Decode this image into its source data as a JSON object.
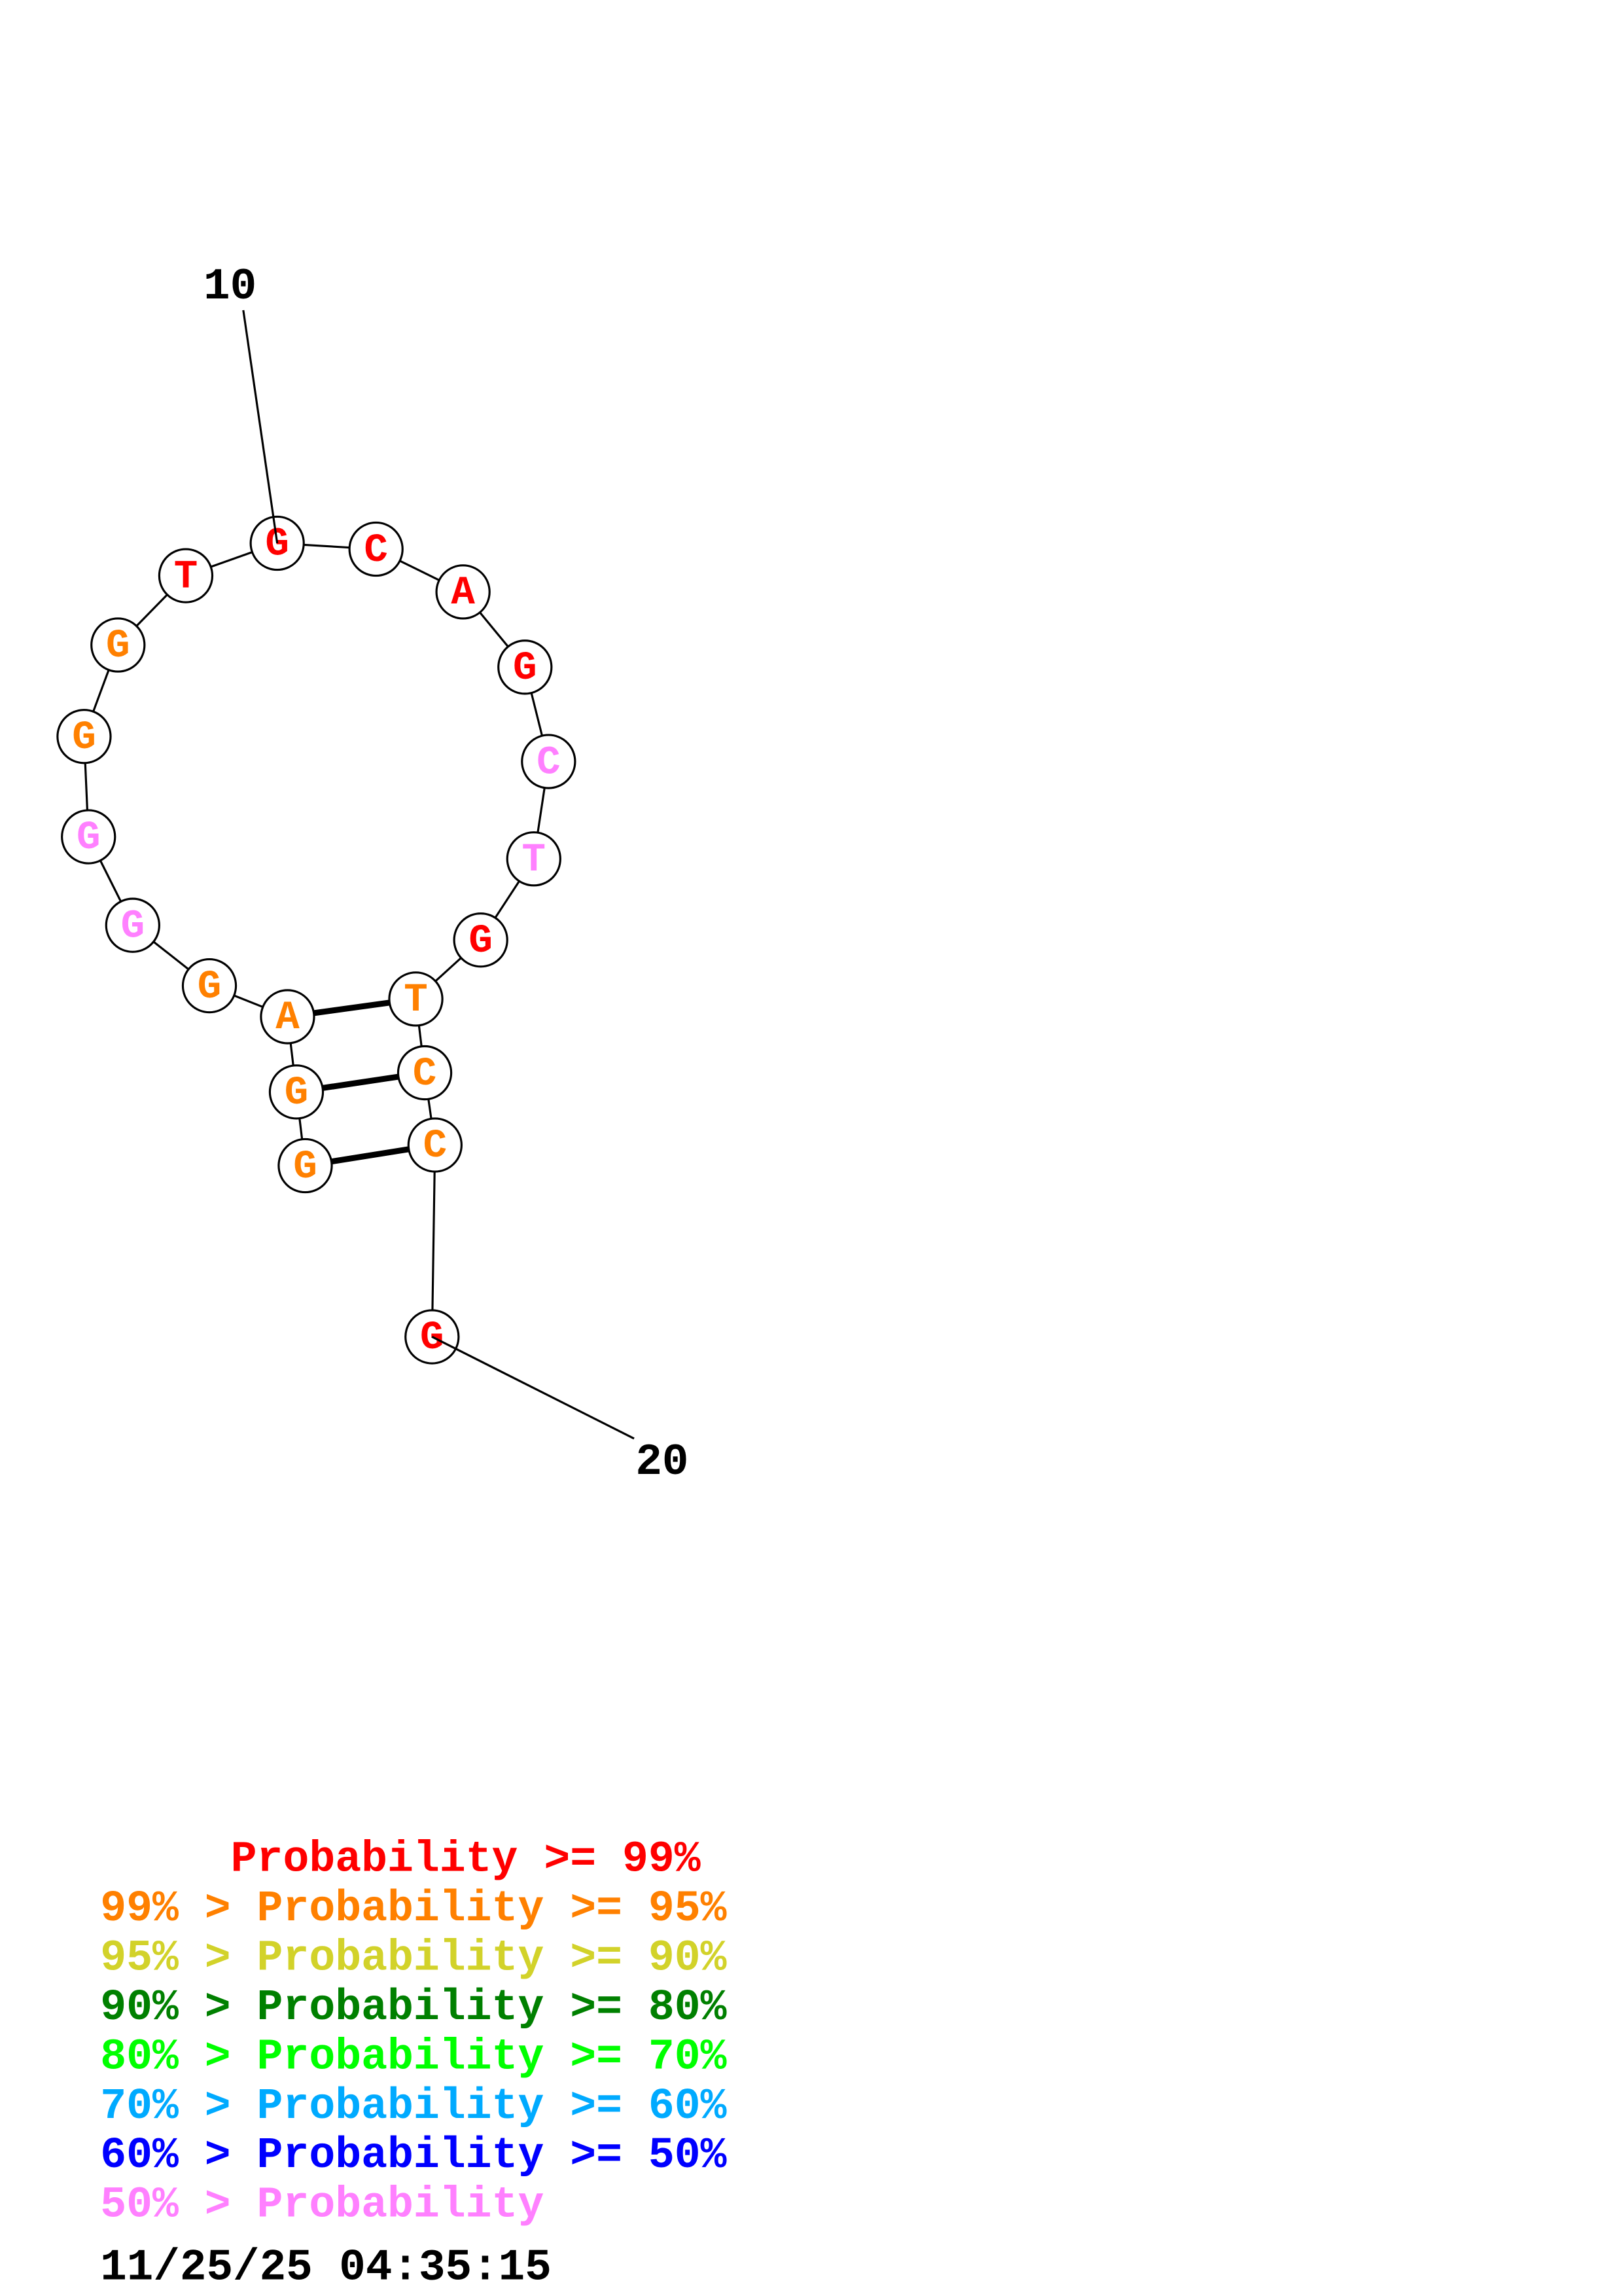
{
  "structure": {
    "sequence": [
      "G",
      "G",
      "A",
      "G",
      "G",
      "G",
      "G",
      "G",
      "T",
      "G",
      "C",
      "A",
      "G",
      "C",
      "T",
      "G",
      "T",
      "C",
      "C",
      "G"
    ],
    "levels": [
      "orange",
      "orange",
      "orange",
      "orange",
      "pink",
      "pink",
      "orange",
      "orange",
      "red",
      "red",
      "red",
      "red",
      "red",
      "pink",
      "pink",
      "red",
      "orange",
      "orange",
      "orange",
      "red"
    ],
    "pairs": [
      [
        1,
        19
      ],
      [
        2,
        18
      ],
      [
        3,
        17
      ]
    ],
    "position_labels": [
      {
        "pos": 10,
        "text": "10"
      },
      {
        "pos": 20,
        "text": "20"
      }
    ]
  },
  "colors": {
    "red": "#ff0000",
    "orange": "#ff8000",
    "yellow": "#d2d22a",
    "darkgreen": "#008000",
    "green": "#00ff00",
    "lightblue": "#00aaff",
    "blue": "#0000ff",
    "pink": "#ff80ff"
  },
  "legend": [
    {
      "text": "     Probability >= 99%",
      "color": "red"
    },
    {
      "text": "99% > Probability >= 95%",
      "color": "orange"
    },
    {
      "text": "95% > Probability >= 90%",
      "color": "yellow"
    },
    {
      "text": "90% > Probability >= 80%",
      "color": "darkgreen"
    },
    {
      "text": "80% > Probability >= 70%",
      "color": "green"
    },
    {
      "text": "70% > Probability >= 60%",
      "color": "lightblue"
    },
    {
      "text": "60% > Probability >= 50%",
      "color": "blue"
    },
    {
      "text": "50% > Probability",
      "color": "pink"
    }
  ],
  "timestamp": "11/25/25 04:35:15"
}
